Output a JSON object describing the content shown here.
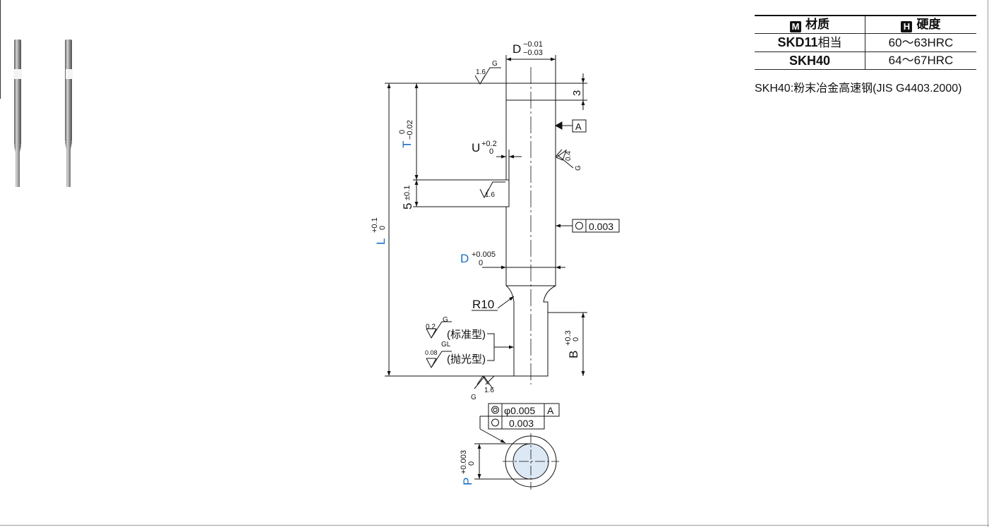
{
  "table": {
    "header_material_badge": "M",
    "header_material": "材质",
    "header_hardness_badge": "H",
    "header_hardness": "硬度",
    "rows": [
      {
        "material": "SKD11",
        "material_suffix": "相当",
        "hardness": "60～63HRC"
      },
      {
        "material": "SKH40",
        "material_suffix": "",
        "hardness": "64～67HRC"
      }
    ]
  },
  "note": "SKH40:粉末冶金高速钢(JIS G4403.2000)",
  "drawing": {
    "D_top": "D",
    "D_top_tol_upper": "−0.01",
    "D_top_tol_lower": "−0.03",
    "roughness_top_value": "1.6",
    "roughness_top_G": "G",
    "dim_3": "3",
    "datum_A": "A",
    "roughness_side_value": "0.4",
    "roughness_side_G": "G",
    "T": "T",
    "T_tol_upper": "0",
    "T_tol_lower": "−0.02",
    "U": "U",
    "U_tol_upper": "+0.2",
    "U_tol_lower": "0",
    "dim_5": "5",
    "dim_5_tol": "±0.1",
    "roughness_flat_value": "1.6",
    "L": "L",
    "L_tol_upper": "+0.1",
    "L_tol_lower": "0",
    "circularity_value": "0.003",
    "D_mid": "D",
    "D_mid_tol_upper": "+0.005",
    "D_mid_tol_lower": "0",
    "radius": "R10",
    "roughness_std_value": "0.2",
    "roughness_std_G": "G",
    "label_standard": "(标准型)",
    "roughness_pol_value": "0.08",
    "roughness_pol_GL": "GL",
    "label_polished": "(抛光型)",
    "B": "B",
    "B_tol_upper": "+0.3",
    "B_tol_lower": "0",
    "roughness_bottom_value": "1.6",
    "roughness_bottom_G": "G",
    "concentricity_value": "φ0.005",
    "concentricity_datum": "A",
    "circularity2_value": "0.003",
    "P": "P",
    "P_tol_upper": "+0.003",
    "P_tol_lower": "0"
  },
  "colors": {
    "dim_blue": "#1a6fc1",
    "pin_fill": "#dde8f5"
  }
}
